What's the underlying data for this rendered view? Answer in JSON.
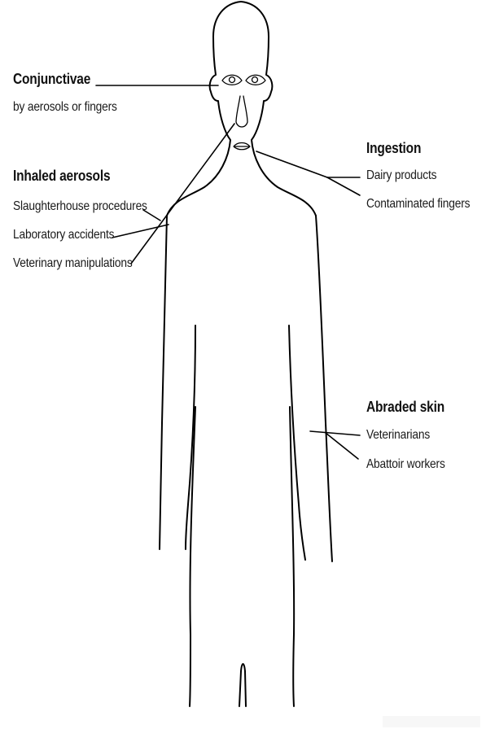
{
  "colors": {
    "background": "#ffffff",
    "outline": "#000000",
    "text": "#111111"
  },
  "labels": {
    "conjunctivae": {
      "title": "Conjunctivae",
      "detail": "by aerosols or fingers"
    },
    "inhaled_aerosols": {
      "title": "Inhaled aerosols",
      "items": [
        "Slaughterhouse procedures",
        "Laboratory accidents",
        "Veterinary manipulations"
      ]
    },
    "ingestion": {
      "title": "Ingestion",
      "items": [
        "Dairy products",
        "Contaminated fingers"
      ]
    },
    "abraded_skin": {
      "title": "Abraded skin",
      "items": [
        "Veterinarians",
        "Abattoir workers"
      ]
    }
  }
}
